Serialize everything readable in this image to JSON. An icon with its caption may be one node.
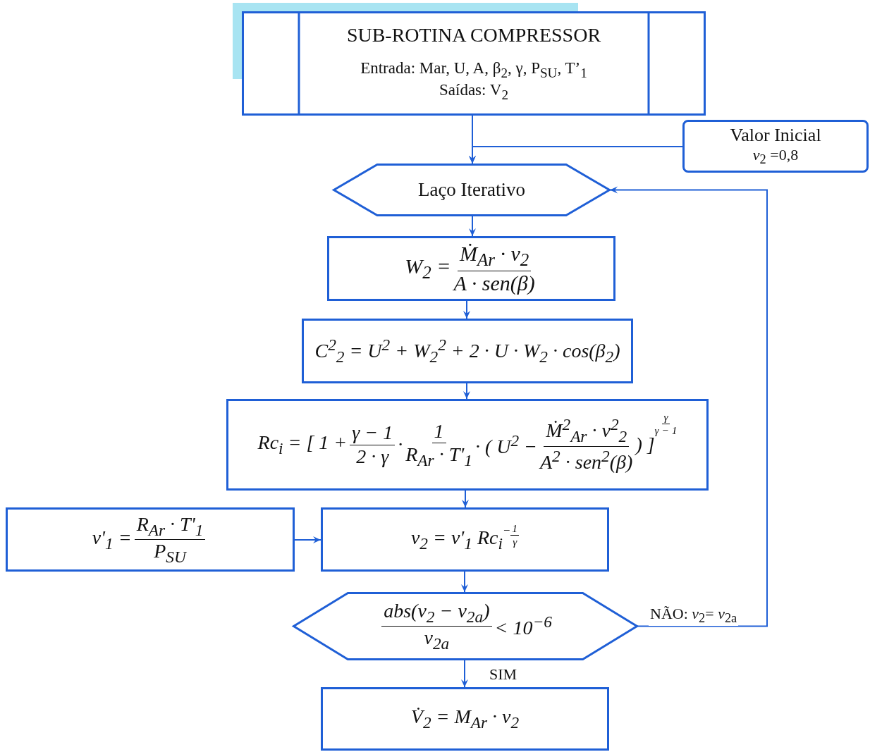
{
  "diagram": {
    "nodes": [
      {
        "text": [
          "SUB-ROTINA COMPRESSOR",
          "Entrada: Mar, U, A, β$_{2}$, γ, P$_{SU}$, T’$_{1}$",
          "Saídas: V$_{2}$"
        ]
      },
      {
        "text": [
          "Valor Inicial",
          "*v*$_{2}$ =0,8"
        ]
      },
      {
        "text": [
          "Laço Iterativo"
        ]
      },
      {
        "text": [
          "W$_{2}$ =",
          "Ṁ$_{Ar}$ · v$_{2}$",
          "A · sen(β)"
        ]
      },
      {
        "text": [
          "C$^{2}$$_{2}$ = U$^{2}$ + W$_{2}$$^{2}$ + 2 · U · W$_{2}$ · cos(β$_{2}$)"
        ]
      },
      {
        "text": [
          "Rc$_{i}$ = [ 1 +",
          "γ − 1",
          "2 · γ",
          "·",
          "1",
          "R$_{Ar}$ · T'$_{1}$",
          "· ( U$^{2}$ −",
          "Ṁ$^{2}$$_{Ar}$ · v$^{2}$$_{2}$",
          "A$^{2}$ · sen$^{2}$(β)",
          ") ]",
          "γ",
          "γ − 1"
        ]
      },
      {
        "text": [
          "v'$_{1}$ =",
          "R$_{Ar}$ · T'$_{1}$",
          "P$_{SU}$"
        ]
      },
      {
        "text": [
          "v$_{2}$ = v'$_{1}$ Rc$_{i}$",
          "−",
          "1",
          "γ"
        ]
      },
      {
        "text": [
          "abs(v$_{2}$ − v$_{2a}$)",
          "v$_{2a}$",
          "< 10$^{−6}$"
        ]
      },
      {
        "text": [
          "V̇$_{2}$ = M$_{Ar}$ · v$_{2}$"
        ]
      }
    ],
    "edges": [
      {
        "from": 0,
        "to": 2,
        "arrow": "to"
      },
      {
        "from": 1,
        "to": 2,
        "arrow": "to"
      },
      {
        "from": 2,
        "to": 3,
        "arrow": "to"
      },
      {
        "from": 3,
        "to": 4,
        "arrow": "to"
      },
      {
        "from": 4,
        "to": 5,
        "arrow": "to"
      },
      {
        "from": 5,
        "to": 7,
        "arrow": "to"
      },
      {
        "from": 6,
        "to": 7,
        "arrow": "to"
      },
      {
        "from": 7,
        "to": 8,
        "arrow": "to"
      },
      {
        "from": 8,
        "to": 9,
        "arrow": "to",
        "label": "SIM"
      },
      {
        "from": 8,
        "to": 2,
        "arrow": "to",
        "label": "NÃO: *v*$_{2}$= *v*$_{2a}$"
      }
    ]
  }
}
